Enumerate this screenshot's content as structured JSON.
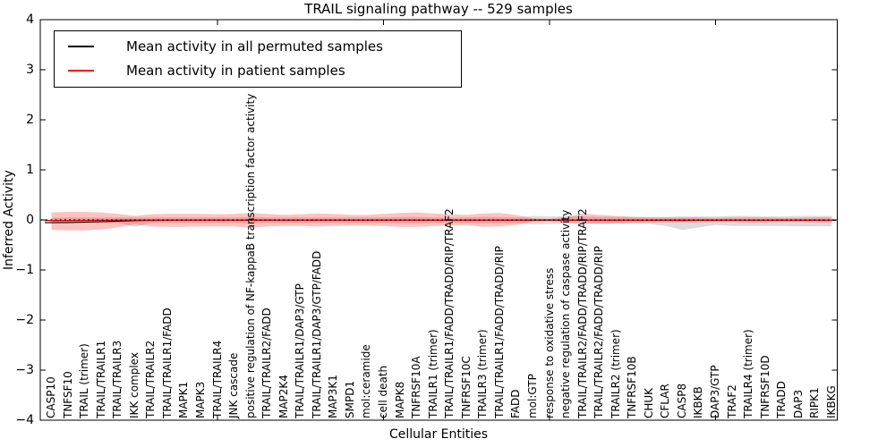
{
  "title": "TRAIL signaling pathway -- 529 samples",
  "legend": {
    "items": [
      {
        "label": "Mean activity in all permuted samples",
        "color": "#000000"
      },
      {
        "label": "Mean activity in patient samples",
        "color": "#ff0000"
      }
    ]
  },
  "chart_data": {
    "type": "area",
    "title": "TRAIL signaling pathway -- 529 samples",
    "xlabel": "Cellular Entities",
    "ylabel": "Inferred Activity",
    "ylim": [
      -4,
      4
    ],
    "yticks": [
      4,
      3,
      2,
      1,
      0,
      -1,
      -2,
      -3,
      -4
    ],
    "grid": false,
    "legend_position": "upper left",
    "zero_line": 0,
    "colors": {
      "permuted_line": "#000000",
      "patient_line": "#ff0000",
      "permuted_band": "rgba(130,130,130,0.28)",
      "patient_band": "rgba(255,0,0,0.24)",
      "zero_dotted": "#000000"
    },
    "categories": [
      "CASP10",
      "TNFSF10",
      "TRAIL (trimer)",
      "TRAIL/TRAILR1",
      "TRAIL/TRAILR3",
      "IKK complex",
      "TRAIL/TRAILR2",
      "TRAIL/TRAILR1/FADD",
      "MAPK1",
      "MAPK3",
      "TRAIL/TRAILR4",
      "JNK cascade",
      "positive regulation of NF-kappaB transcription factor activity",
      "TRAIL/TRAILR2/FADD",
      "MAP2K4",
      "TRAIL/TRAILR1/DAP3/GTP",
      "TRAIL/TRAILR1/DAP3/GTP/FADD",
      "MAP3K1",
      "SMPD1",
      "mol:ceramide",
      "cell death",
      "MAPK8",
      "TNFRSF10A",
      "TRAILR1 (trimer)",
      "TRAIL/TRAILR1/FADD/TRADD/RIP/TRAF2",
      "TNFRSF10C",
      "TRAILR3 (trimer)",
      "TRAIL/TRAILR1/FADD/TRADD/RIP",
      "FADD",
      "mol:GTP",
      "response to oxidative stress",
      "negative regulation of caspase activity",
      "TRAIL/TRAILR2/FADD/TRADD/RIP/TRAF2",
      "TRAIL/TRAILR2/FADD/TRADD/RIP",
      "TRAILR2 (trimer)",
      "TNFRSF10B",
      "CHUK",
      "CFLAR",
      "CASP8",
      "IKBKB",
      "DAP3/GTP",
      "TRAF2",
      "TRAILR4 (trimer)",
      "TNFRSF10D",
      "TRADD",
      "DAP3",
      "RIPK1",
      "IKBKG"
    ],
    "series": [
      {
        "name": "Mean activity in all permuted samples",
        "color": "#000000",
        "values": [
          -0.055,
          -0.052,
          -0.045,
          -0.035,
          -0.025,
          -0.015,
          -0.01,
          -0.008,
          -0.007,
          -0.006,
          -0.005,
          -0.005,
          -0.005,
          -0.005,
          -0.005,
          -0.005,
          -0.005,
          -0.005,
          -0.005,
          -0.005,
          -0.005,
          -0.005,
          -0.005,
          -0.005,
          -0.005,
          -0.005,
          -0.005,
          -0.005,
          -0.005,
          -0.005,
          -0.005,
          -0.005,
          -0.005,
          -0.005,
          -0.005,
          -0.005,
          -0.006,
          -0.008,
          -0.01,
          -0.008,
          -0.007,
          -0.006,
          -0.006,
          -0.006,
          -0.006,
          -0.006,
          -0.007,
          -0.008
        ]
      },
      {
        "name": "Mean activity in patient samples",
        "color": "#ff0000",
        "values": [
          -0.012,
          -0.012,
          -0.01,
          -0.008,
          -0.006,
          -0.004,
          -0.003,
          -0.003,
          -0.003,
          -0.003,
          -0.003,
          -0.003,
          -0.003,
          -0.003,
          -0.003,
          -0.003,
          -0.003,
          -0.003,
          -0.003,
          -0.003,
          -0.003,
          -0.003,
          -0.003,
          -0.003,
          -0.003,
          -0.003,
          -0.003,
          -0.003,
          -0.003,
          -0.002,
          -0.002,
          -0.002,
          -0.003,
          -0.003,
          -0.003,
          -0.003,
          -0.003,
          -0.003,
          -0.004,
          -0.004,
          -0.004,
          -0.004,
          -0.004,
          -0.004,
          -0.004,
          -0.004,
          -0.004,
          -0.005
        ]
      }
    ],
    "bands": [
      {
        "name": "permuted samples range",
        "color": "rgba(130,130,130,0.28)",
        "upper": [
          0.05,
          0.05,
          0.05,
          0.05,
          0.05,
          0.05,
          0.05,
          0.05,
          0.05,
          0.05,
          0.05,
          0.05,
          0.06,
          0.05,
          0.05,
          0.05,
          0.05,
          0.05,
          0.05,
          0.05,
          0.05,
          0.06,
          0.06,
          0.05,
          0.05,
          0.05,
          0.06,
          0.06,
          0.05,
          0.08,
          0.07,
          0.08,
          0.07,
          0.06,
          0.06,
          0.06,
          0.06,
          0.06,
          0.07,
          0.07,
          0.07,
          0.08,
          0.08,
          0.07,
          0.07,
          0.08,
          0.08,
          0.08
        ],
        "lower": [
          -0.06,
          -0.06,
          -0.06,
          -0.06,
          -0.06,
          -0.14,
          -0.06,
          -0.06,
          -0.06,
          -0.06,
          -0.06,
          -0.06,
          -0.07,
          -0.06,
          -0.06,
          -0.06,
          -0.06,
          -0.06,
          -0.06,
          -0.06,
          -0.06,
          -0.07,
          -0.07,
          -0.06,
          -0.06,
          -0.06,
          -0.07,
          -0.07,
          -0.06,
          -0.09,
          -0.08,
          -0.08,
          -0.08,
          -0.07,
          -0.07,
          -0.07,
          -0.08,
          -0.12,
          -0.2,
          -0.15,
          -0.1,
          -0.12,
          -0.12,
          -0.12,
          -0.12,
          -0.13,
          -0.13,
          -0.13
        ]
      },
      {
        "name": "patient samples range",
        "color": "rgba(255,0,0,0.24)",
        "upper": [
          0.15,
          0.16,
          0.16,
          0.15,
          0.12,
          0.08,
          0.11,
          0.12,
          0.12,
          0.12,
          0.11,
          0.12,
          0.14,
          0.12,
          0.1,
          0.11,
          0.13,
          0.12,
          0.1,
          0.1,
          0.12,
          0.14,
          0.15,
          0.13,
          0.11,
          0.1,
          0.13,
          0.14,
          0.1,
          0.03,
          0.02,
          0.06,
          0.13,
          0.1,
          0.08,
          0.06,
          0.05,
          0.05,
          0.05,
          0.05,
          0.04,
          0.05,
          0.05,
          0.05,
          0.04,
          0.04,
          0.05,
          0.05
        ],
        "lower": [
          -0.2,
          -0.21,
          -0.21,
          -0.19,
          -0.15,
          -0.09,
          -0.13,
          -0.14,
          -0.14,
          -0.13,
          -0.13,
          -0.13,
          -0.16,
          -0.13,
          -0.12,
          -0.12,
          -0.13,
          -0.12,
          -0.11,
          -0.11,
          -0.12,
          -0.14,
          -0.14,
          -0.12,
          -0.11,
          -0.1,
          -0.14,
          -0.13,
          -0.1,
          -0.03,
          -0.02,
          -0.05,
          -0.07,
          -0.08,
          -0.07,
          -0.06,
          -0.05,
          -0.05,
          -0.05,
          -0.05,
          -0.04,
          -0.04,
          -0.05,
          -0.05,
          -0.04,
          -0.04,
          -0.05,
          -0.05
        ]
      }
    ]
  }
}
